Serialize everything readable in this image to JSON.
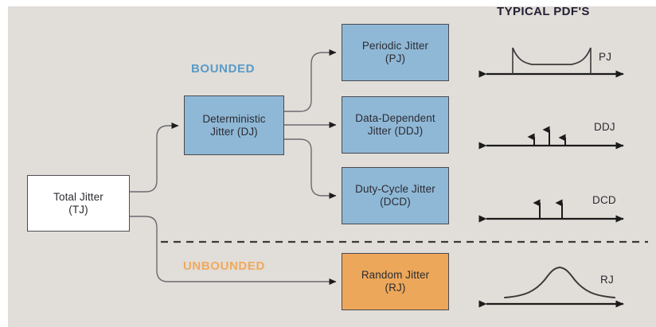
{
  "figure": {
    "type": "diagram",
    "subject": "Jitter classification tree with typical probability density functions",
    "panel_color": "#e1ddd8",
    "page_color": "#ffffff"
  },
  "headings": {
    "pdf_column_title": "TYPICAL PDF'S"
  },
  "group_labels": {
    "bounded": {
      "text": "BOUNDED",
      "color": "#5a9bc6"
    },
    "unbounded": {
      "text": "UNBOUNDED",
      "color": "#f0a95c"
    }
  },
  "nodes": [
    {
      "id": "tj",
      "line1": "Total Jitter",
      "line2": "(TJ)",
      "fill": "#ffffff",
      "border": "#4d4d52"
    },
    {
      "id": "dj",
      "line1": "Deterministic",
      "line2": "Jitter (DJ)",
      "fill": "#8fb8d6",
      "border": "#4a4a52"
    },
    {
      "id": "pj",
      "line1": "Periodic Jitter",
      "line2": "(PJ)",
      "fill": "#8fb8d6",
      "border": "#4a4a52"
    },
    {
      "id": "ddj",
      "line1": "Data-Dependent",
      "line2": "Jitter (DDJ)",
      "fill": "#8fb8d6",
      "border": "#4a4a52"
    },
    {
      "id": "dcd",
      "line1": "Duty-Cycle Jitter",
      "line2": "(DCD)",
      "fill": "#8fb8d6",
      "border": "#4a4a52"
    },
    {
      "id": "rj",
      "line1": "Random Jitter",
      "line2": "(RJ)",
      "fill": "#eda75a",
      "border": "#4a4a52"
    }
  ],
  "edges": [
    {
      "from": "tj",
      "to": "dj"
    },
    {
      "from": "tj",
      "to": "rj"
    },
    {
      "from": "dj",
      "to": "pj"
    },
    {
      "from": "dj",
      "to": "ddj"
    },
    {
      "from": "dj",
      "to": "dcd"
    }
  ],
  "divider": {
    "style": "dashed",
    "color": "#3a3a3a"
  },
  "pdfs": [
    {
      "id": "pj",
      "label": "PJ",
      "shape": "bathtub-u-shape, two bounding impulses at edges"
    },
    {
      "id": "ddj",
      "label": "DDJ",
      "shape": "three impulses: short, tall, short"
    },
    {
      "id": "dcd",
      "label": "DCD",
      "shape": "two equal impulses"
    },
    {
      "id": "rj",
      "label": "RJ",
      "shape": "gaussian bell curve"
    }
  ]
}
